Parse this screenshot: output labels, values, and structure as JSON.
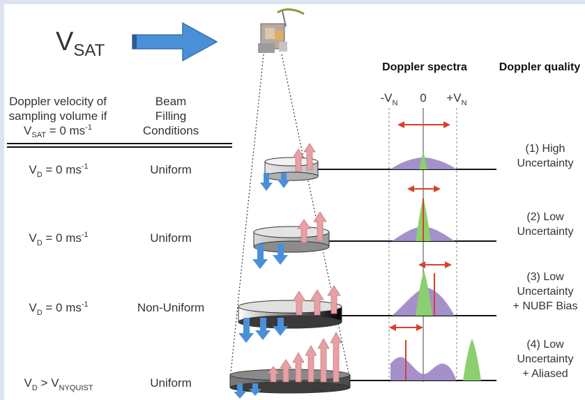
{
  "colors": {
    "background": "#dde3ee",
    "panel": "#ffffff",
    "arrow_blue": "#4a90d9",
    "arrow_pink": "#e8a0a4",
    "spectrum_purple": "#9b85c4",
    "spectrum_green": "#8ccf6e",
    "indicator_red": "#d9402c"
  },
  "vsat": {
    "base": "V",
    "sub": "SAT"
  },
  "headers": {
    "doppler_velocity_line1": "Doppler velocity of",
    "doppler_velocity_line2": "sampling volume if",
    "doppler_velocity_line3_base": "V",
    "doppler_velocity_line3_sub": "SAT",
    "doppler_velocity_line3_tail": " = 0 ms",
    "doppler_velocity_line3_sup": "-1",
    "beam_line1": "Beam",
    "beam_line2": "Filling",
    "beam_line3": "Conditions",
    "doppler_spectra": "Doppler spectra",
    "doppler_quality": "Doppler quality"
  },
  "axis": {
    "minus_vn_base": "-V",
    "minus_vn_sub": "N",
    "zero": "0",
    "plus_vn_base": "+V",
    "plus_vn_sub": "N"
  },
  "rows": [
    {
      "vd_base": "V",
      "vd_sub": "D",
      "vd_rel": " = 0 ms",
      "vd_sup": "-1",
      "vd_sub2": "",
      "condition": "Uniform",
      "quality_line1": "(1) High",
      "quality_line2": "Uncertainty",
      "quality_line3": ""
    },
    {
      "vd_base": "V",
      "vd_sub": "D",
      "vd_rel": " = 0 ms",
      "vd_sup": "-1",
      "vd_sub2": "",
      "condition": "Uniform",
      "quality_line1": "(2) Low",
      "quality_line2": "Uncertainty",
      "quality_line3": ""
    },
    {
      "vd_base": "V",
      "vd_sub": "D",
      "vd_rel": " = 0 ms",
      "vd_sup": "-1",
      "vd_sub2": "",
      "condition": "Non-Uniform",
      "quality_line1": "(3) Low",
      "quality_line2": "Uncertainty",
      "quality_line3": "+ NUBF Bias"
    },
    {
      "vd_base": "V",
      "vd_sub": "D",
      "vd_rel": " > V",
      "vd_sup": "",
      "vd_sub2": "NYQUIST",
      "condition": "Uniform",
      "quality_line1": "(4) Low",
      "quality_line2": "Uncertainty",
      "quality_line3": "+ Aliased"
    }
  ]
}
